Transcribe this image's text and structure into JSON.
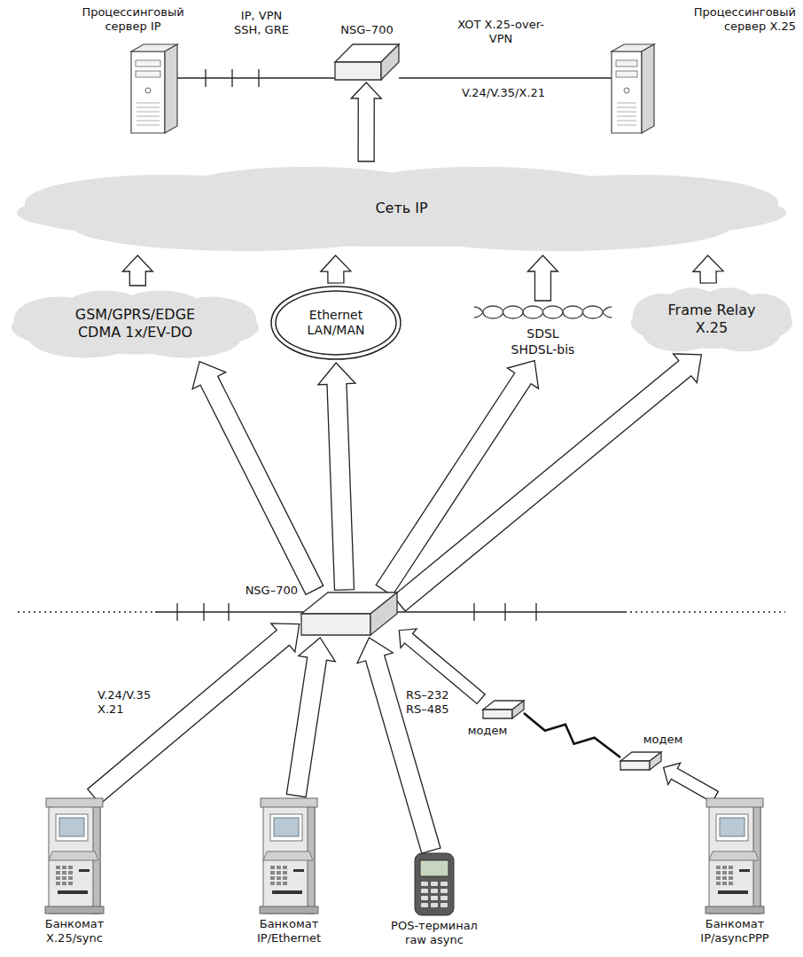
{
  "diagram": {
    "nodes": [
      {
        "text": [
          "Процессинговый сервер IP"
        ]
      },
      {
        "text": [
          "NSG–700"
        ]
      },
      {
        "text": [
          "Процессинговый сервер X.25"
        ]
      },
      {
        "text": [
          "Сеть IP"
        ]
      },
      {
        "text": [
          "GSM/GPRS/EDGE CDMA 1x/EV-DO"
        ]
      },
      {
        "text": [
          "Ethernet LAN/MAN"
        ]
      },
      {
        "text": [
          "SDSL SHDSL-bis"
        ]
      },
      {
        "text": [
          "Frame Relay X.25"
        ]
      },
      {
        "text": [
          "NSG–700"
        ]
      },
      {
        "text": [
          "Банкомат X.25/sync"
        ]
      },
      {
        "text": [
          "Банкомат IP/Ethernet"
        ]
      },
      {
        "text": [
          "POS-терминал raw async"
        ]
      },
      {
        "text": [
          "модем"
        ]
      },
      {
        "text": [
          "модем"
        ]
      },
      {
        "text": [
          "Банкомат IP/asyncPPP"
        ]
      }
    ],
    "edges": [
      {
        "from": 0,
        "to": 1,
        "arrow": "none",
        "label": "IP, VPN SSH, GRE"
      },
      {
        "from": 1,
        "to": 2,
        "arrow": "none",
        "label": "XOT X.25-over-VPN"
      },
      {
        "from": 3,
        "to": 1,
        "arrow": "to"
      },
      {
        "from": 4,
        "to": 3,
        "arrow": "to"
      },
      {
        "from": 5,
        "to": 3,
        "arrow": "to"
      },
      {
        "from": 6,
        "to": 3,
        "arrow": "to"
      },
      {
        "from": 7,
        "to": 3,
        "arrow": "to"
      },
      {
        "from": 8,
        "to": 4,
        "arrow": "to"
      },
      {
        "from": 8,
        "to": 5,
        "arrow": "to"
      },
      {
        "from": 8,
        "to": 6,
        "arrow": "to"
      },
      {
        "from": 8,
        "to": 7,
        "arrow": "to"
      },
      {
        "from": 9,
        "to": 8,
        "arrow": "to",
        "label": "V.24/V.35 X.21"
      },
      {
        "from": 10,
        "to": 8,
        "arrow": "to"
      },
      {
        "from": 11,
        "to": 8,
        "arrow": "to",
        "label": "RS–232 RS–485"
      },
      {
        "from": 12,
        "to": 8,
        "arrow": "to"
      },
      {
        "from": 13,
        "to": 12,
        "arrow": "none"
      },
      {
        "from": 14,
        "to": 13,
        "arrow": "to"
      }
    ],
    "labels": [
      "V.24/V.35/X.21"
    ]
  }
}
